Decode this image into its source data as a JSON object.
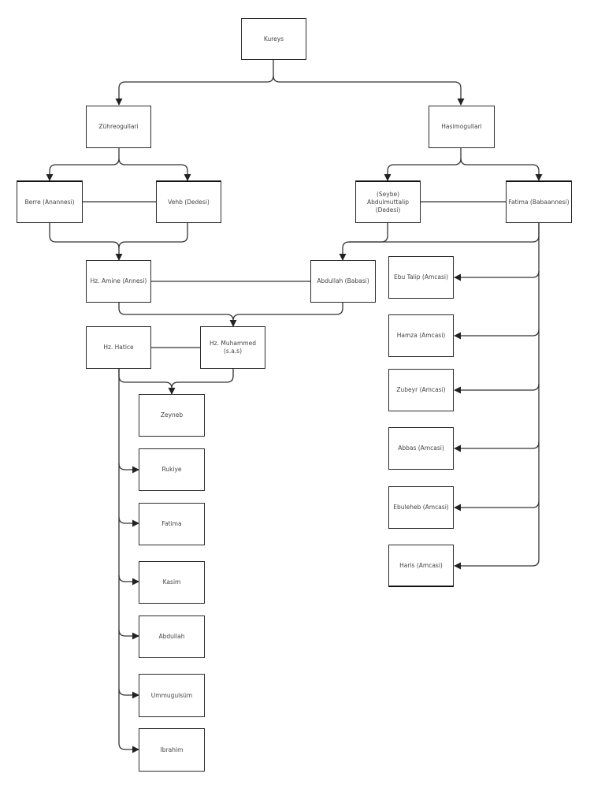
{
  "diagram": {
    "root": "Kureys",
    "zuhre": "Zühreogullari",
    "hasim": "Hasimogullari",
    "berre": "Berre (Anannesi)",
    "vehb": "Vehb (Dedesi)",
    "seybe": "(Seybe)\nAbdulmuttalip\n(Dedesi)",
    "fatima_b": "Fatima (Babaannesi)",
    "amine": "Hz. Amine (Annesi)",
    "abdullah_f": "Abdullah (Babasi)",
    "hatice": "Hz. Hatice",
    "muhammed": "Hz. Muhammed\n(s.a.s)",
    "children": [
      "Zeyneb",
      "Rukiye",
      "Fatima",
      "Kasim",
      "Abdullah",
      "Ummugulsüm",
      "Ibrahim"
    ],
    "uncles": [
      "Ebu Talip (Amcasi)",
      "Hamza (Amcasi)",
      "Zubeyr (Amcasi)",
      "Abbas (Amcasi)",
      "Ebuleheb (Amcasi)",
      "Haris (Amcasi)"
    ]
  }
}
